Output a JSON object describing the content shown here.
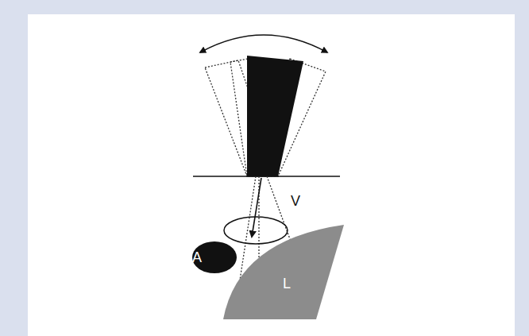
{
  "diagram": {
    "nodes": [
      {
        "text": [
          "V"
        ]
      },
      {
        "text": [
          "A"
        ]
      },
      {
        "text": [
          "L"
        ]
      }
    ]
  }
}
